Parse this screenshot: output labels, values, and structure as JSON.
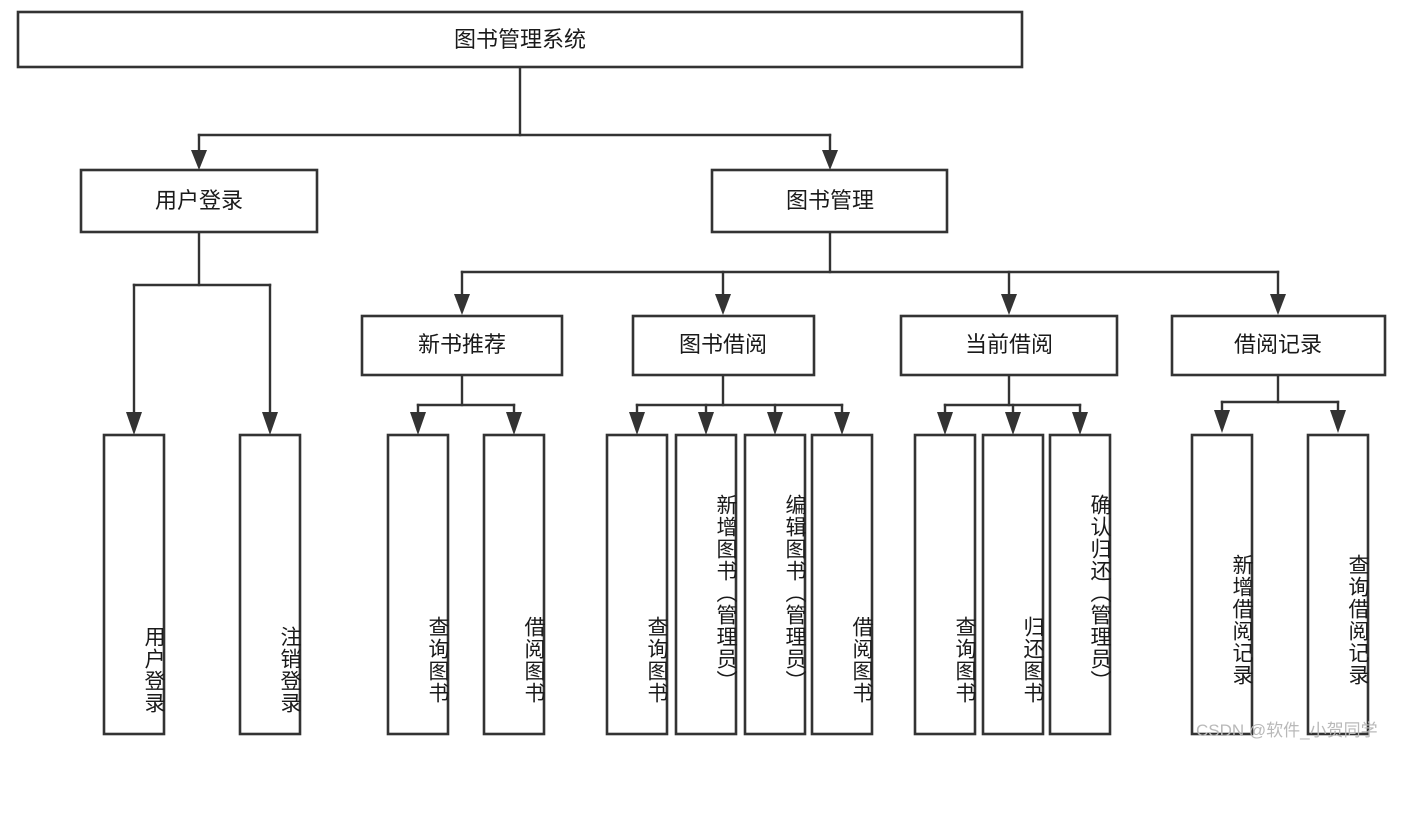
{
  "diagram": {
    "type": "tree-hierarchy",
    "title": "图书管理系统",
    "orientation": "top-down",
    "colors": {
      "box_stroke": "#333333",
      "box_fill": "#ffffff",
      "connector": "#333333",
      "text": "#1a1a1a",
      "watermark": "#b9b9b9",
      "background": "#ffffff"
    },
    "levels": {
      "root": "图书管理系统",
      "level2": [
        "用户登录",
        "图书管理"
      ],
      "level3": [
        "新书推荐",
        "图书借阅",
        "当前借阅",
        "借阅记录"
      ]
    },
    "nodes": {
      "root": {
        "label": "图书管理系统",
        "orient": "horizontal"
      },
      "user_login": {
        "label": "用户登录",
        "orient": "horizontal"
      },
      "book_manage": {
        "label": "图书管理",
        "orient": "horizontal"
      },
      "new_book_rec": {
        "label": "新书推荐",
        "orient": "horizontal"
      },
      "book_borrow": {
        "label": "图书借阅",
        "orient": "horizontal"
      },
      "current_borrow": {
        "label": "当前借阅",
        "orient": "horizontal"
      },
      "borrow_record": {
        "label": "借阅记录",
        "orient": "horizontal"
      },
      "leaf_user_login": {
        "label": "用户登录",
        "orient": "vertical"
      },
      "leaf_user_logout": {
        "label": "注销登录",
        "orient": "vertical"
      },
      "leaf_query_book_1": {
        "label": "查询图书",
        "orient": "vertical"
      },
      "leaf_borrow_book_1": {
        "label": "借阅图书",
        "orient": "vertical"
      },
      "leaf_query_book_2": {
        "label": "查询图书",
        "orient": "vertical"
      },
      "leaf_add_book_admin": {
        "label": "新增图书（管理员）",
        "orient": "vertical"
      },
      "leaf_edit_book_admin": {
        "label": "编辑图书（管理员）",
        "orient": "vertical"
      },
      "leaf_borrow_book_2": {
        "label": "借阅图书",
        "orient": "vertical"
      },
      "leaf_query_book_3": {
        "label": "查询图书",
        "orient": "vertical"
      },
      "leaf_return_book": {
        "label": "归还图书",
        "orient": "vertical"
      },
      "leaf_confirm_return_admin": {
        "label": "确认归还（管理员）",
        "orient": "vertical"
      },
      "leaf_add_borrow_record": {
        "label": "新增借阅记录",
        "orient": "vertical"
      },
      "leaf_query_borrow_record": {
        "label": "查询借阅记录",
        "orient": "vertical"
      }
    },
    "edges": [
      {
        "from": "root",
        "to": "user_login"
      },
      {
        "from": "root",
        "to": "book_manage"
      },
      {
        "from": "user_login",
        "to": "leaf_user_login"
      },
      {
        "from": "user_login",
        "to": "leaf_user_logout"
      },
      {
        "from": "book_manage",
        "to": "new_book_rec"
      },
      {
        "from": "book_manage",
        "to": "book_borrow"
      },
      {
        "from": "book_manage",
        "to": "current_borrow"
      },
      {
        "from": "book_manage",
        "to": "borrow_record"
      },
      {
        "from": "new_book_rec",
        "to": "leaf_query_book_1"
      },
      {
        "from": "new_book_rec",
        "to": "leaf_borrow_book_1"
      },
      {
        "from": "book_borrow",
        "to": "leaf_query_book_2"
      },
      {
        "from": "book_borrow",
        "to": "leaf_add_book_admin"
      },
      {
        "from": "book_borrow",
        "to": "leaf_edit_book_admin"
      },
      {
        "from": "book_borrow",
        "to": "leaf_borrow_book_2"
      },
      {
        "from": "current_borrow",
        "to": "leaf_query_book_3"
      },
      {
        "from": "current_borrow",
        "to": "leaf_return_book"
      },
      {
        "from": "current_borrow",
        "to": "leaf_confirm_return_admin"
      },
      {
        "from": "borrow_record",
        "to": "leaf_add_borrow_record"
      },
      {
        "from": "borrow_record",
        "to": "leaf_query_borrow_record"
      }
    ]
  },
  "watermark": {
    "text": "CSDN @软件_小贺同学"
  }
}
